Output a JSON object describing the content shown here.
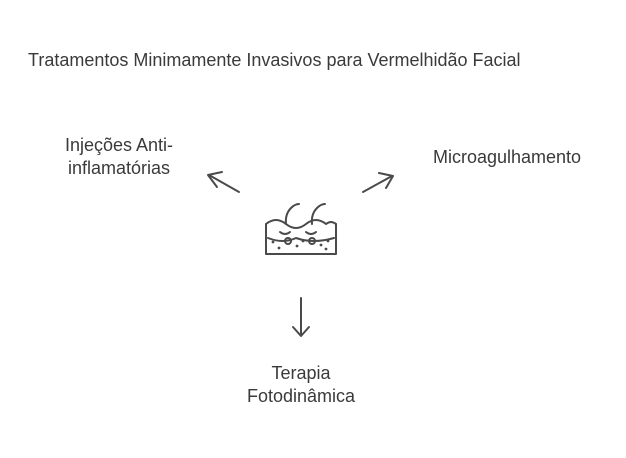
{
  "title": "Tratamentos Minimamente Invasivos para Vermelhidão Facial",
  "center_icon": "skin-hair-follicle-icon",
  "branches": {
    "left": {
      "line1": "Injeções Anti-",
      "line2": "inflamatórias"
    },
    "right": {
      "line1": "Microagulhamento"
    },
    "bottom": {
      "line1": "Terapia",
      "line2": "Fotodinâmica"
    }
  },
  "colors": {
    "stroke": "#4a4a4a",
    "text": "#3a3a3a",
    "background": "#ffffff"
  }
}
